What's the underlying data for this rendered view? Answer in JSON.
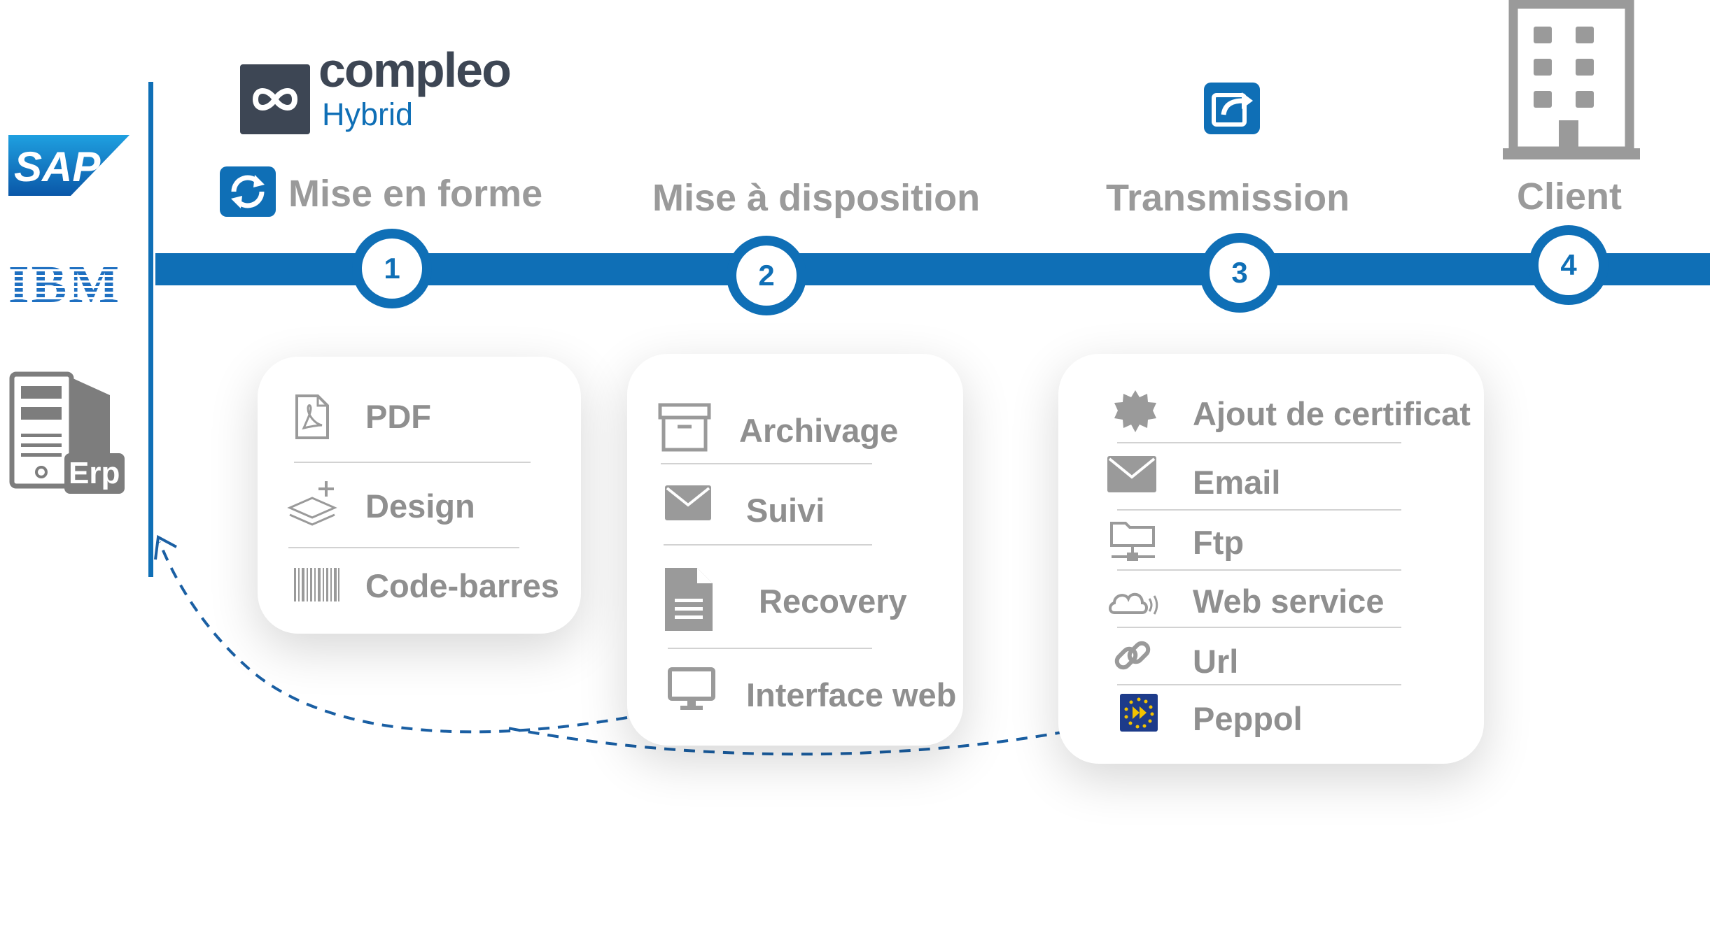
{
  "sources": {
    "sap_label": "SAP",
    "ibm_label": "IBM",
    "erp_label": "Erp"
  },
  "brand": {
    "name": "compleo",
    "sub": "Hybrid"
  },
  "steps": [
    {
      "number": "1",
      "title": "Mise en forme"
    },
    {
      "number": "2",
      "title": "Mise à disposition"
    },
    {
      "number": "3",
      "title": "Transmission"
    },
    {
      "number": "4",
      "title": "Client"
    }
  ],
  "cards": {
    "format": {
      "items": [
        {
          "label": "PDF",
          "icon": "pdf-file-icon"
        },
        {
          "label": "Design",
          "icon": "layers-add-icon"
        },
        {
          "label": "Code-barres",
          "icon": "barcode-icon"
        }
      ]
    },
    "availability": {
      "items": [
        {
          "label": "Archivage",
          "icon": "archive-box-icon"
        },
        {
          "label": "Suivi",
          "icon": "envelope-icon"
        },
        {
          "label": "Recovery",
          "icon": "document-icon"
        },
        {
          "label": "Interface web",
          "icon": "monitor-icon"
        }
      ]
    },
    "transmission": {
      "items": [
        {
          "label": "Ajout de certificat",
          "icon": "certificate-seal-icon"
        },
        {
          "label": "Email",
          "icon": "envelope-icon"
        },
        {
          "label": "Ftp",
          "icon": "ftp-folder-icon"
        },
        {
          "label": "Web service",
          "icon": "cloud-signal-icon"
        },
        {
          "label": "Url",
          "icon": "link-icon"
        },
        {
          "label": "Peppol",
          "icon": "peppol-flag-icon"
        }
      ]
    }
  },
  "colors": {
    "primary_blue": "#0f6fb6",
    "dark_slate": "#3d4654",
    "grey_text": "#8f8f8f",
    "heading_grey": "#9a9a9a"
  }
}
